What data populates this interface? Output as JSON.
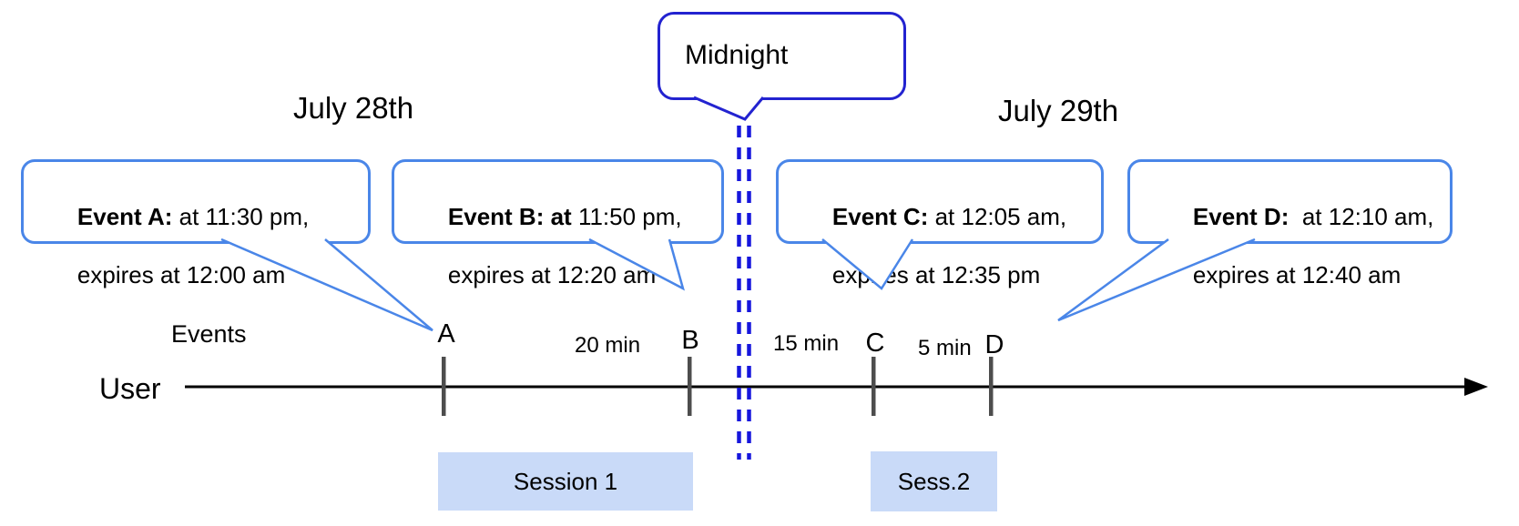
{
  "titles": {
    "left_date": "July 28th",
    "right_date": "July 29th"
  },
  "midnight_callout": {
    "label": "Midnight"
  },
  "event_callouts": [
    {
      "bold": "Event A:",
      "line1_rest": " at 11:30 pm,",
      "line2": "expires at 12:00 am"
    },
    {
      "bold": "Event B: at",
      "line1_rest": " 11:50 pm,",
      "line2": "expires at 12:20 am"
    },
    {
      "bold": "Event C:",
      "line1_rest": " at 12:05 am,",
      "line2": "expires at 12:35 pm"
    },
    {
      "bold": "Event D:",
      "line1_rest": "  at 12:10 am,",
      "line2": "expires at 12:40 am"
    }
  ],
  "timeline": {
    "row_label": "Events",
    "axis_label": "User",
    "markers": [
      "A",
      "B",
      "C",
      "D"
    ],
    "gap_labels": [
      "20 min",
      "15 min",
      "5 min"
    ]
  },
  "sessions": [
    {
      "label": "Session 1"
    },
    {
      "label": "Sess.2"
    }
  ],
  "colors": {
    "callout-border": "#4a86e8",
    "midnight-border": "#2323d0",
    "dash-blue": "#1717dd",
    "session-fill": "#c9daf8",
    "tick-gray": "#4d4d4d",
    "axis-black": "#000000"
  }
}
